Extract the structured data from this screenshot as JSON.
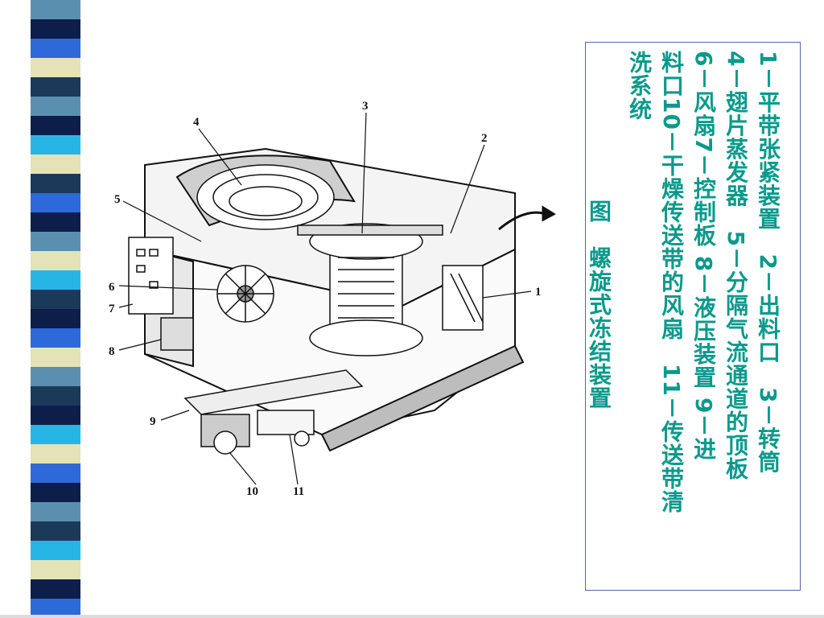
{
  "stripe_colors": [
    "#5b8fb0",
    "#0d1e4a",
    "#2d69d8",
    "#e4e2b7",
    "#1b3a5a",
    "#5b8fb0",
    "#0d1e4a",
    "#27b5e6",
    "#e4e2b7",
    "#1b3a5a",
    "#2d69d8",
    "#0d1e4a",
    "#5b8fb0",
    "#e4e2b7",
    "#27b5e6",
    "#1b3a5a",
    "#0d1e4a",
    "#2d69d8",
    "#e4e2b7",
    "#5b8fb0",
    "#1b3a5a",
    "#0d1e4a",
    "#27b5e6",
    "#e4e2b7",
    "#2d69d8",
    "#0d1e4a",
    "#5b8fb0",
    "#1b3a5a",
    "#27b5e6",
    "#e4e2b7",
    "#0d1e4a",
    "#2d69d8"
  ],
  "accent_text_color": "#0a9a8c",
  "caption": {
    "columns": [
      "1－平带张紧装置　2－出料口　3－转筒",
      "4－翅片蒸发器　5－分隔气流通道的顶板",
      "6－风扇7－控制板 8－液压装置 9－进",
      "料口10－干燥传送带的风扇　11－传送带清",
      "洗系统",
      "图　螺旋式冻结装置"
    ]
  },
  "diagram_labels": {
    "l1": "1",
    "l2": "2",
    "l3": "3",
    "l4": "4",
    "l5": "5",
    "l6": "6",
    "l7": "7",
    "l8": "8",
    "l9": "9",
    "l10": "10",
    "l11": "11"
  }
}
